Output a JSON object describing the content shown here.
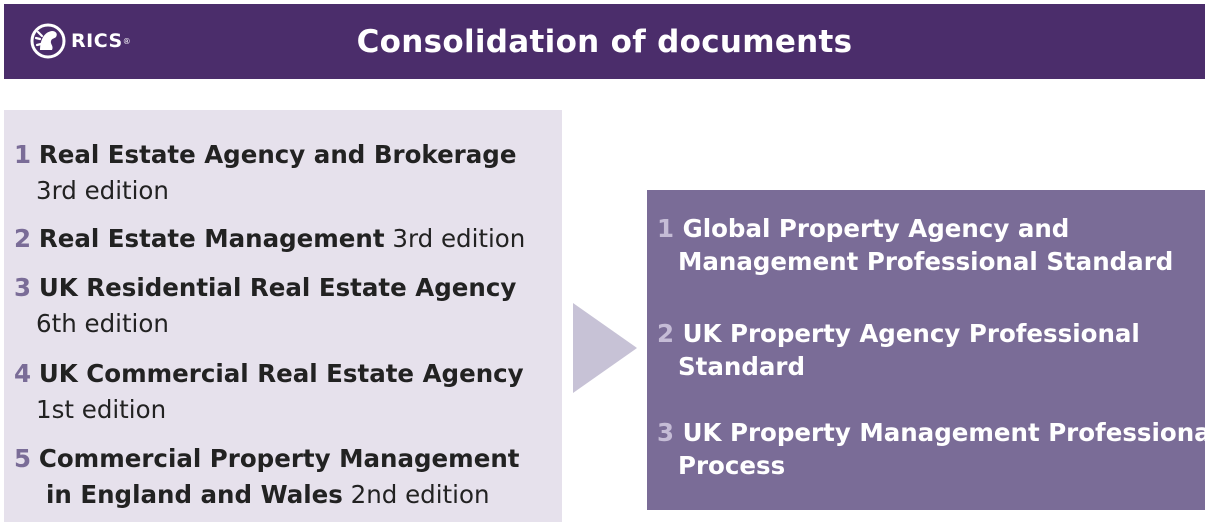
{
  "header": {
    "title": "Consolidation of documents",
    "logo_text": "RICS",
    "logo_reg": "®"
  },
  "colors": {
    "header_bg": "#4b2d6b",
    "left_bg": "#e6e1ec",
    "right_bg": "#7a6c97",
    "arrow": "#c7c2d6",
    "number": "#7a6c97"
  },
  "source_documents": [
    {
      "num": "1",
      "title": "Real Estate Agency and Brokerage",
      "edition": "3rd edition"
    },
    {
      "num": "2",
      "title": "Real Estate Management",
      "edition": "3rd edition"
    },
    {
      "num": "3",
      "title": "UK Residential Real Estate Agency",
      "edition": "6th edition"
    },
    {
      "num": "4",
      "title": "UK Commercial Real Estate Agency",
      "edition": "1st edition"
    },
    {
      "num": "5",
      "title_line1": "Commercial Property Management",
      "title_line2": "in England and Wales",
      "edition": "2nd edition"
    }
  ],
  "consolidated_documents": [
    {
      "num": "1",
      "line1": "Global Property Agency and",
      "line2": "Management Professional Standard"
    },
    {
      "num": "2",
      "line1": "UK Property Agency Professional",
      "line2": "Standard"
    },
    {
      "num": "3",
      "line1": "UK Property Management Professional",
      "line2": "Process"
    }
  ]
}
